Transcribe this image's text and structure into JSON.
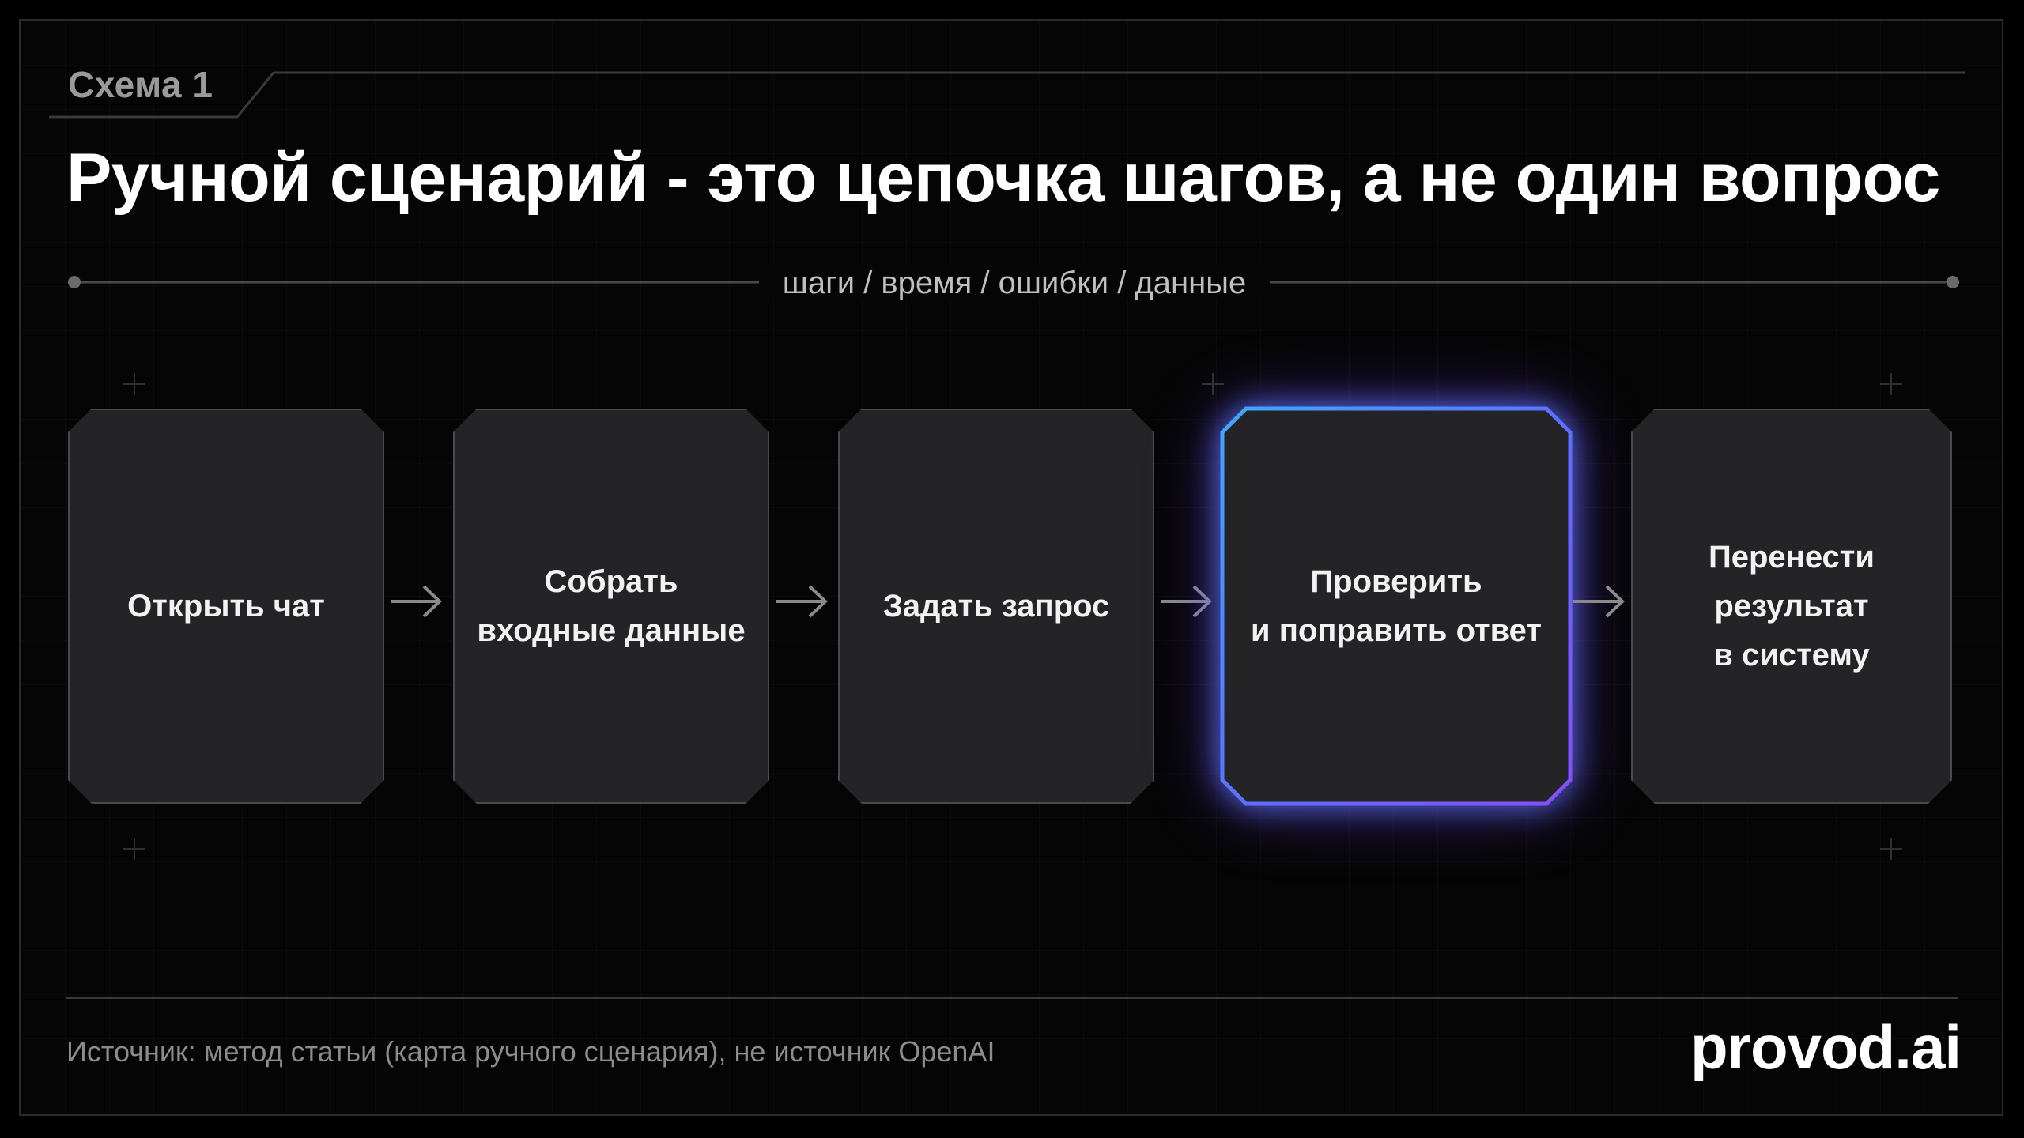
{
  "header": {
    "scheme_label": "Схема 1",
    "title": "Ручной сценарий - это цепочка шагов, а не один вопрос",
    "subtitle": "шаги / время / ошибки / данные"
  },
  "steps": [
    {
      "label": "Открыть чат",
      "highlighted": false
    },
    {
      "label": "Собрать\nвходные данные",
      "highlighted": false
    },
    {
      "label": "Задать запрос",
      "highlighted": false
    },
    {
      "label": "Проверить\nи поправить ответ",
      "highlighted": true
    },
    {
      "label": "Перенести\nрезультат\nв систему",
      "highlighted": false
    }
  ],
  "footer": {
    "source": "Источник: метод статьи (карта ручного сценария), не источник OpenAI",
    "brand": "provod.ai"
  },
  "colors": {
    "background": "#000000",
    "box_fill": "#242426",
    "box_border": "#4a4a4e",
    "highlight_start": "#3fa8ff",
    "highlight_end": "#8a4dff",
    "muted_text": "#8c8c8c"
  },
  "icons": [
    "arrow-right-icon",
    "crosshair-icon"
  ]
}
